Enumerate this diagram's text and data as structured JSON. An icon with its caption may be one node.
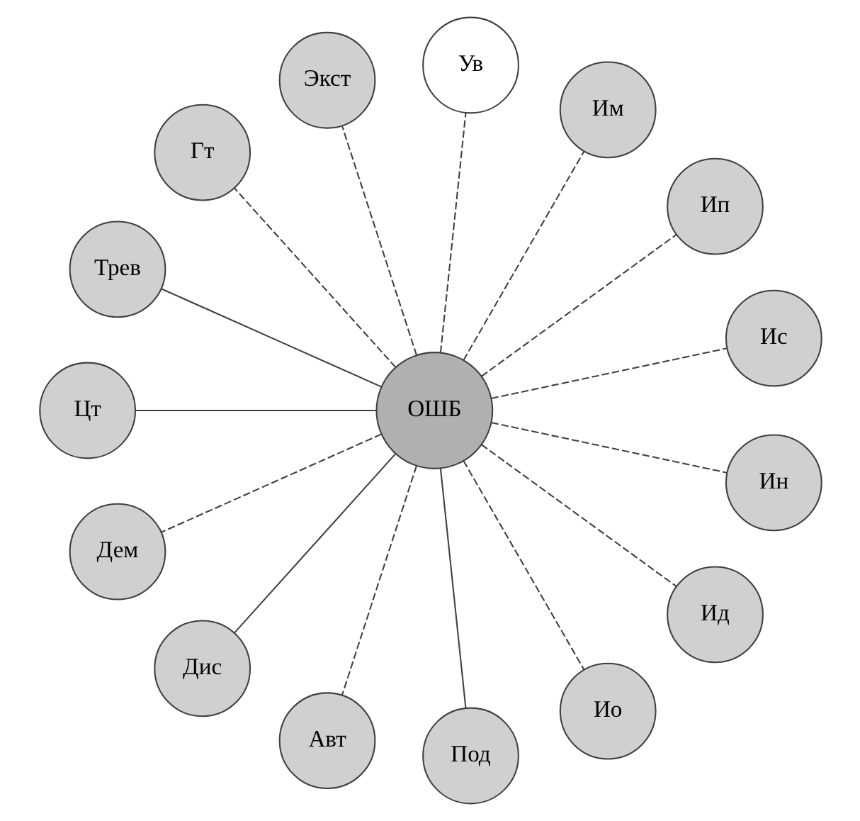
{
  "diagram": {
    "nodes": [
      {
        "text": [
          "ОШБ"
        ]
      },
      {
        "text": [
          "Ис"
        ]
      },
      {
        "text": [
          "Ип"
        ]
      },
      {
        "text": [
          "Им"
        ]
      },
      {
        "text": [
          "Ув"
        ]
      },
      {
        "text": [
          "Экст"
        ]
      },
      {
        "text": [
          "Гт"
        ]
      },
      {
        "text": [
          "Трев"
        ]
      },
      {
        "text": [
          "Цт"
        ]
      },
      {
        "text": [
          "Дем"
        ]
      },
      {
        "text": [
          "Дис"
        ]
      },
      {
        "text": [
          "Авт"
        ]
      },
      {
        "text": [
          "Под"
        ]
      },
      {
        "text": [
          "Ио"
        ]
      },
      {
        "text": [
          "Ид"
        ]
      },
      {
        "text": [
          "Ин"
        ]
      }
    ],
    "edges": [
      {
        "from": 0,
        "to": 1,
        "arrow": "none",
        "style": "dashed"
      },
      {
        "from": 0,
        "to": 2,
        "arrow": "none",
        "style": "dashed"
      },
      {
        "from": 0,
        "to": 3,
        "arrow": "none",
        "style": "dashed"
      },
      {
        "from": 0,
        "to": 4,
        "arrow": "none",
        "style": "dashed"
      },
      {
        "from": 0,
        "to": 5,
        "arrow": "none",
        "style": "dashed"
      },
      {
        "from": 0,
        "to": 6,
        "arrow": "none",
        "style": "dashed"
      },
      {
        "from": 0,
        "to": 7,
        "arrow": "none"
      },
      {
        "from": 0,
        "to": 8,
        "arrow": "none"
      },
      {
        "from": 0,
        "to": 9,
        "arrow": "none",
        "style": "dashed"
      },
      {
        "from": 0,
        "to": 10,
        "arrow": "none"
      },
      {
        "from": 0,
        "to": 11,
        "arrow": "none",
        "style": "dashed"
      },
      {
        "from": 0,
        "to": 12,
        "arrow": "none"
      },
      {
        "from": 0,
        "to": 13,
        "arrow": "none",
        "style": "dashed"
      },
      {
        "from": 0,
        "to": 14,
        "arrow": "none",
        "style": "dashed"
      },
      {
        "from": 0,
        "to": 15,
        "arrow": "none",
        "style": "dashed"
      }
    ]
  }
}
